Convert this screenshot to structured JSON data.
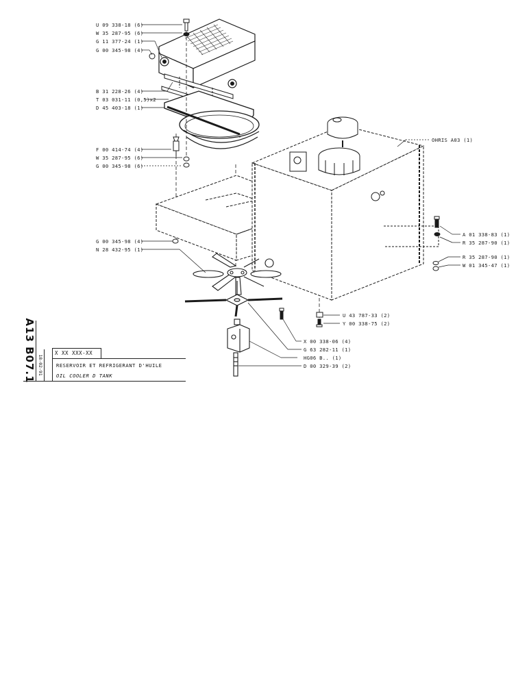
{
  "document": {
    "type": "exploded parts diagram",
    "section_code": "A13 B07.1",
    "date": "18-02-91",
    "part_number": "X XX XXX-XX",
    "title_fr": "RESERVOIR ET REFRIGERANT D'HUILE",
    "title_en": "OIL COOLER    D TANK"
  },
  "callouts": {
    "left": [
      {
        "ref": "U 09 338-18 (6)"
      },
      {
        "ref": "W 35 287-95 (6)"
      },
      {
        "ref": "G 11 377-24 (1)"
      },
      {
        "ref": "G 00 345-98 (4)"
      },
      {
        "ref": "B 31 228-26 (4)"
      },
      {
        "ref": "T 03 031-11 (0,5)x2"
      },
      {
        "ref": "D 45 403-18 (1)"
      },
      {
        "ref": "F 00 414-74 (4)"
      },
      {
        "ref": "W 35 287-95 (6)"
      },
      {
        "ref": "G 00 345-98 (6)"
      },
      {
        "ref": "G 00 345-98 (4)"
      },
      {
        "ref": "N 28 432-95 (1)"
      }
    ],
    "right": [
      {
        "ref": "OHRIS A03 (1)"
      },
      {
        "ref": "A 01 338-83 (1)"
      },
      {
        "ref": "R 35 287-90 (1)"
      },
      {
        "ref": "R 35 287-90 (1)"
      },
      {
        "ref": "W 01 345-47 (1)"
      }
    ],
    "bottom": [
      {
        "ref": "U 43 787-33 (2)"
      },
      {
        "ref": "Y 00 338-75 (2)"
      },
      {
        "ref": "X 00 338-06 (4)"
      },
      {
        "ref": "G 63 282-11 (1)"
      },
      {
        "ref": "HG06 B.. (1)"
      },
      {
        "ref": "D 00 329-39 (2)"
      }
    ]
  },
  "colors": {
    "ink": "#1a1a1a",
    "paper": "#ffffff"
  }
}
